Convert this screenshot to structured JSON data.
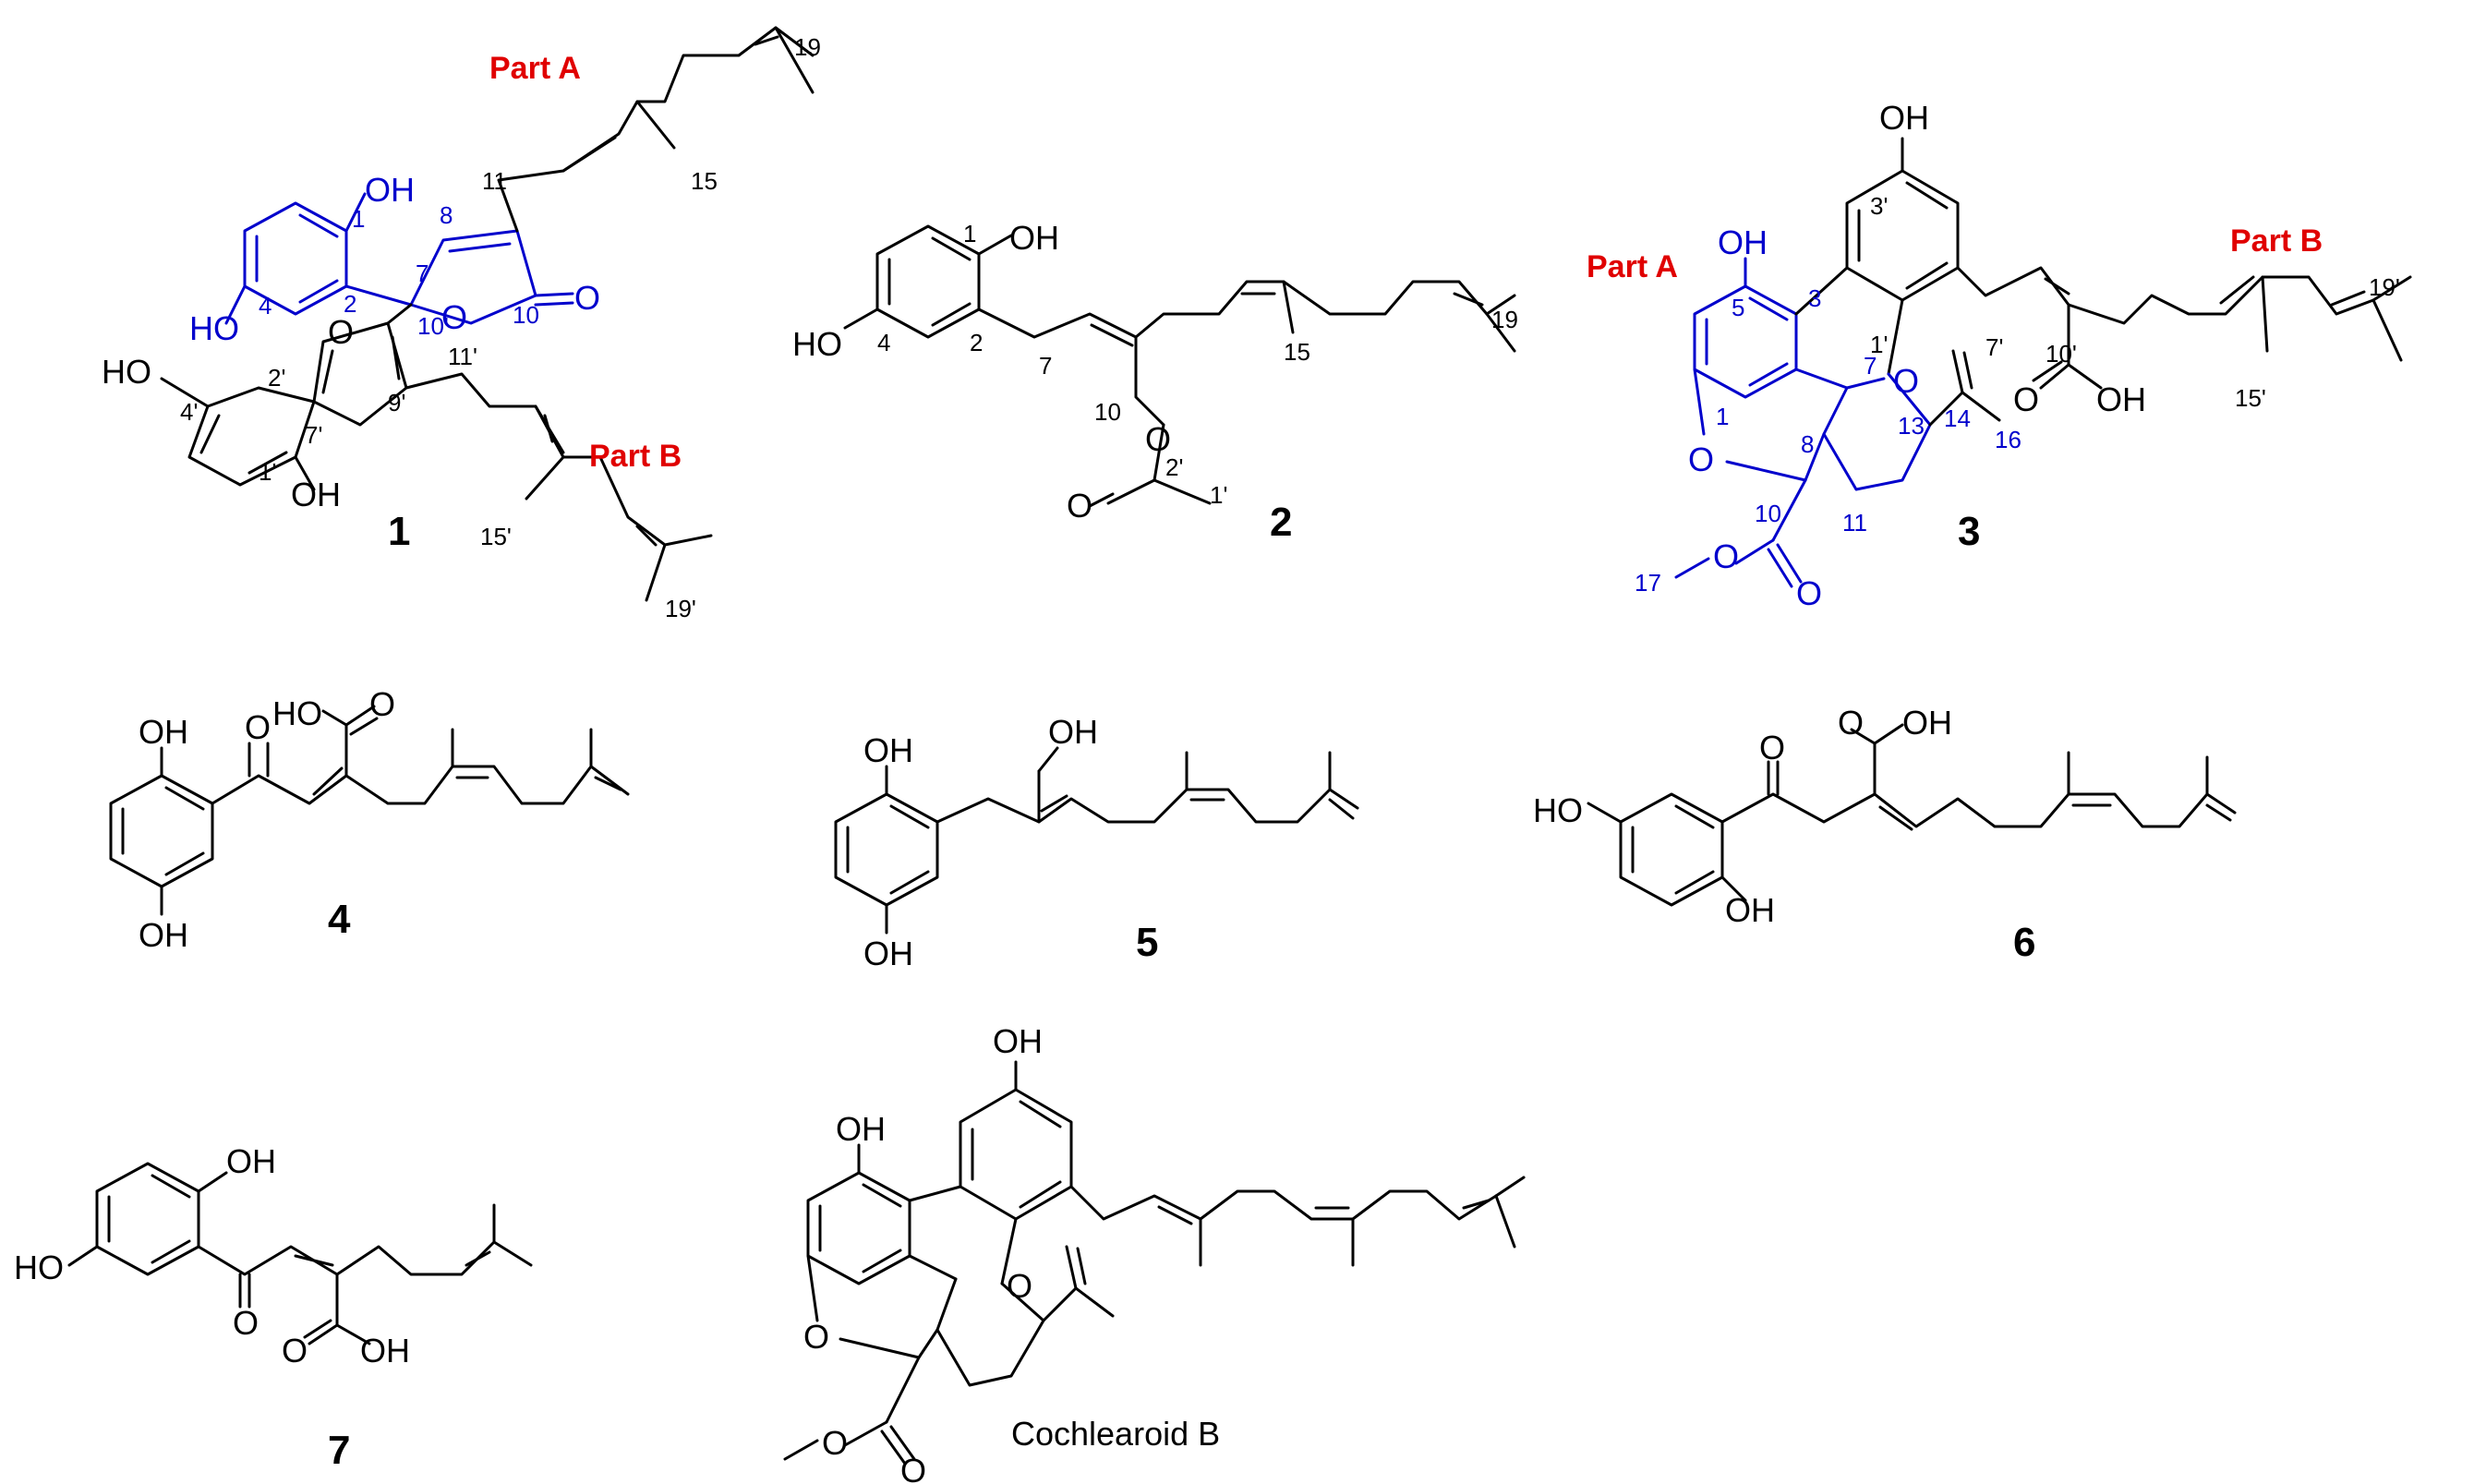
{
  "figure": {
    "compounds": [
      {
        "id": "1",
        "parts": [
          "Part A",
          "Part B"
        ],
        "labels_blue": [
          "1",
          "2",
          "4",
          "7",
          "8",
          "10",
          "10'"
        ],
        "labels_black": [
          "11",
          "15",
          "19",
          "2'",
          "4'",
          "7'",
          "9'",
          "1'",
          "11'",
          "15'",
          "19'"
        ]
      },
      {
        "id": "2",
        "labels": [
          "1",
          "2",
          "4",
          "7",
          "10",
          "2'",
          "1'",
          "15",
          "19"
        ]
      },
      {
        "id": "3",
        "parts": [
          "Part A",
          "Part B"
        ],
        "labels_blue": [
          "5",
          "3",
          "1",
          "7",
          "8",
          "13",
          "14",
          "16",
          "10",
          "11",
          "17"
        ],
        "labels_black": [
          "3'",
          "1'",
          "7'",
          "10'",
          "15'",
          "19'"
        ]
      },
      {
        "id": "4"
      },
      {
        "id": "5"
      },
      {
        "id": "6"
      },
      {
        "id": "7"
      },
      {
        "id": "Cochlearoid B"
      }
    ],
    "atoms": {
      "OH": "OH",
      "HO": "HO",
      "O": "O",
      "HOO": "HO",
      "OH2": "OH"
    }
  }
}
